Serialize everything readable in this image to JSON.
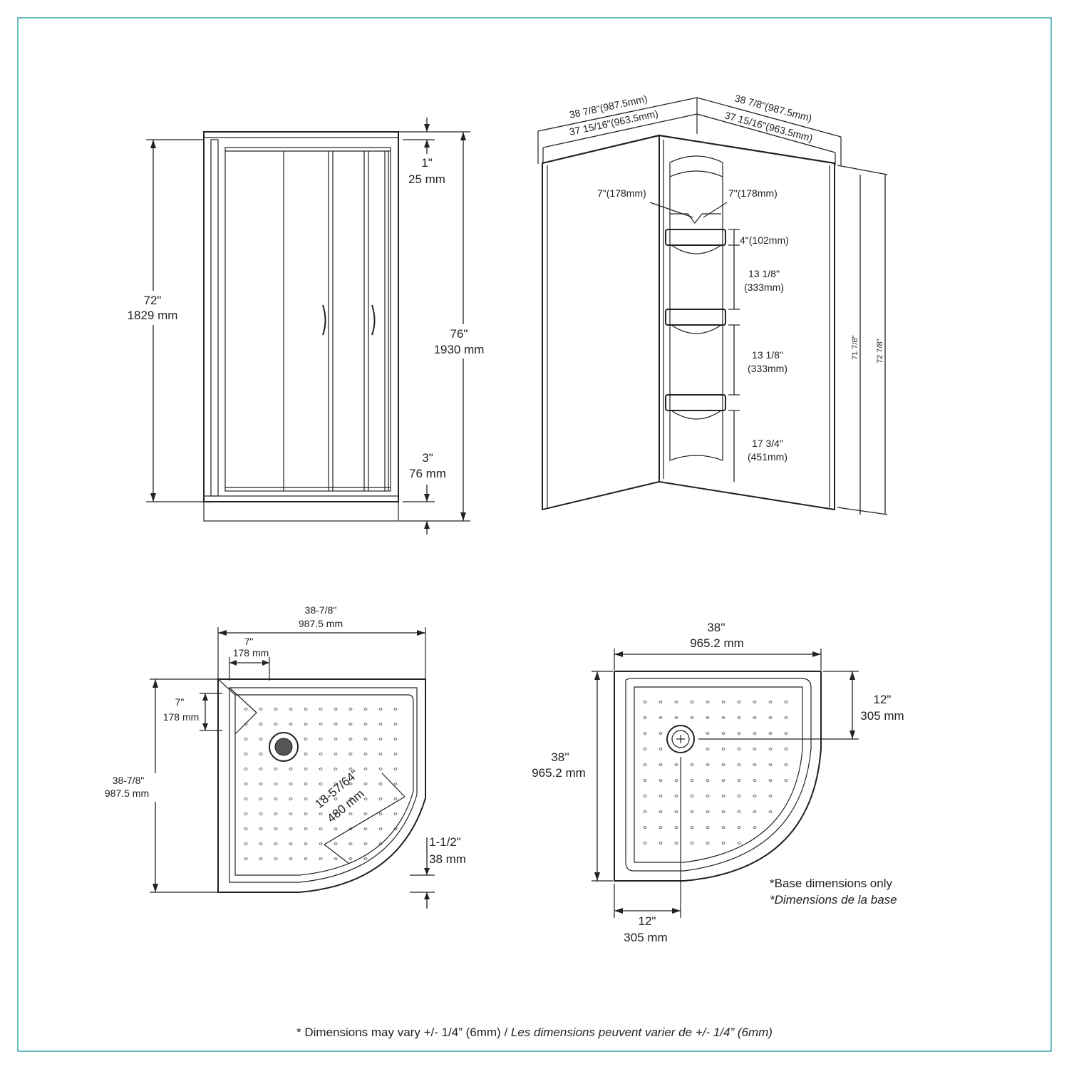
{
  "front_view": {
    "height_72_in": "72\"",
    "height_72_mm": "1829 mm",
    "top_1_in": "1\"",
    "top_1_mm": "25 mm",
    "total_76_in": "76\"",
    "total_76_mm": "1930 mm",
    "base_3_in": "3\"",
    "base_3_mm": "76 mm"
  },
  "wall_view": {
    "outer_left": "38 7/8\"(987.5mm)",
    "inner_left": "37 15/16\"(963.5mm)",
    "outer_right": "38 7/8\"(987.5mm)",
    "inner_right": "37 15/16\"(963.5mm)",
    "seam_left": "7\"(178mm)",
    "seam_right": "7\"(178mm)",
    "shelf_4": "4\"(102mm)",
    "gap1_in": "13 1/8\"",
    "gap1_mm": "(333mm)",
    "gap2_in": "13 1/8\"",
    "gap2_mm": "(333mm)",
    "gap3_in": "17 3/4\"",
    "gap3_mm": "(451mm)",
    "height_inner": "71 7/8\"",
    "height_outer": "72 7/8\""
  },
  "top_view": {
    "width_in": "38-7/8\"",
    "width_mm": "987.5 mm",
    "return_in": "7\"",
    "return_mm": "178 mm",
    "side_return_in": "7\"",
    "side_return_mm": "178 mm",
    "depth_in": "38-7/8\"",
    "depth_mm": "987.5 mm",
    "radius_in": "18-57/64\"",
    "radius_mm": "480 mm",
    "curb_in": "1-1/2\"",
    "curb_mm": "38 mm"
  },
  "base_view": {
    "width_in": "38''",
    "width_mm": "965.2 mm",
    "depth_in": "38''",
    "depth_mm": "965.2 mm",
    "drain_y_in": "12\"",
    "drain_y_mm": "305 mm",
    "drain_x_in": "12\"",
    "drain_x_mm": "305 mm",
    "note_en": "*Base dimensions only",
    "note_fr": "*Dimensions de la base"
  },
  "footer": {
    "note_en": "* Dimensions may vary +/- 1/4” (6mm) / ",
    "note_fr": "Les dimensions peuvent varier de +/- 1/4” (6mm)"
  },
  "colors": {
    "frame": "#3aa6b6",
    "line": "#222222"
  }
}
